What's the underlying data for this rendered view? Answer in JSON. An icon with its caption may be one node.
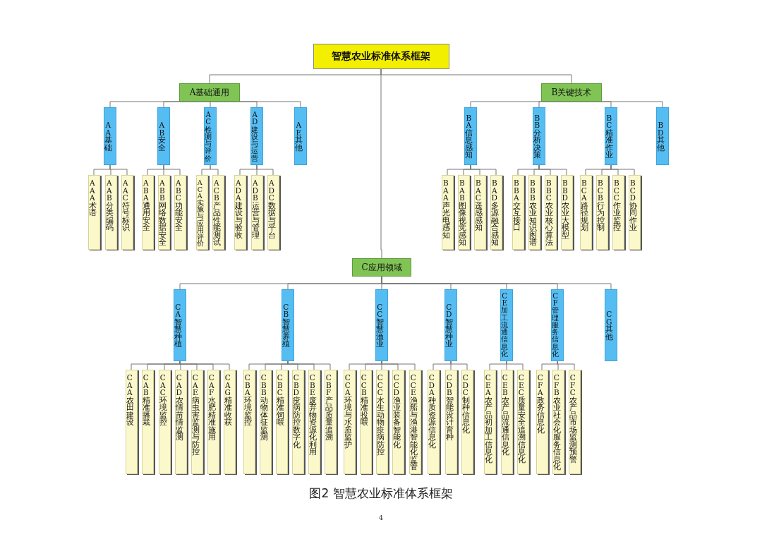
{
  "diagram": {
    "caption": "图2 智慧农业标准体系框架",
    "nodes": [
      {
        "text": [
          "智慧农业标准体系框架"
        ]
      },
      {
        "text": [
          "A基础通用"
        ]
      },
      {
        "text": [
          "B关键技术"
        ]
      },
      {
        "text": [
          "AA基础"
        ]
      },
      {
        "text": [
          "AB安全"
        ]
      },
      {
        "text": [
          "AC检测与评价"
        ]
      },
      {
        "text": [
          "AD建设与运营"
        ]
      },
      {
        "text": [
          "AE其他"
        ]
      },
      {
        "text": [
          "BA信息感知"
        ]
      },
      {
        "text": [
          "BB分析决策"
        ]
      },
      {
        "text": [
          "BC精准作业"
        ]
      },
      {
        "text": [
          "BD其他"
        ]
      },
      {
        "text": [
          "AAA术语"
        ]
      },
      {
        "text": [
          "AAB分类编码"
        ]
      },
      {
        "text": [
          "AAC符号标识"
        ]
      },
      {
        "text": [
          "ABA通用安全"
        ]
      },
      {
        "text": [
          "ABB网络数据安全"
        ]
      },
      {
        "text": [
          "ABC功能安全"
        ]
      },
      {
        "text": [
          "ACA实施与应用评价"
        ]
      },
      {
        "text": [
          "ACB产品性能测试"
        ]
      },
      {
        "text": [
          "ADA建设与验收"
        ]
      },
      {
        "text": [
          "ADB运营与管理"
        ]
      },
      {
        "text": [
          "ADC数据与平台"
        ]
      },
      {
        "text": [
          "BAA声光电感知"
        ]
      },
      {
        "text": [
          "BAB图像视觉感知"
        ]
      },
      {
        "text": [
          "BAC遥感感知"
        ]
      },
      {
        "text": [
          "BAD多源融合感知"
        ]
      },
      {
        "text": [
          "BBA交互接口"
        ]
      },
      {
        "text": [
          "BBB农业知识图谱"
        ]
      },
      {
        "text": [
          "BBC农业核心算法"
        ]
      },
      {
        "text": [
          "BBD农业大模型"
        ]
      },
      {
        "text": [
          "BCA路径规划"
        ]
      },
      {
        "text": [
          "BCB行为控制"
        ]
      },
      {
        "text": [
          "BCC作业监控"
        ]
      },
      {
        "text": [
          "BCD协同作业"
        ]
      },
      {
        "text": [
          "C应用领域"
        ]
      },
      {
        "text": [
          "CA智慧种植"
        ]
      },
      {
        "text": [
          "CB智慧养殖"
        ]
      },
      {
        "text": [
          "CC智慧渔业"
        ]
      },
      {
        "text": [
          "CD智慧种业"
        ]
      },
      {
        "text": [
          "CE加工流通信息化"
        ]
      },
      {
        "text": [
          "CF管理服务信息化"
        ]
      },
      {
        "text": [
          "CG其他"
        ]
      },
      {
        "text": [
          "CAA农田建设"
        ]
      },
      {
        "text": [
          "CAB精准播栽"
        ]
      },
      {
        "text": [
          "CAC环境监控"
        ]
      },
      {
        "text": [
          "CAD农情苗情监测"
        ]
      },
      {
        "text": [
          "CAE病虫害监测与防控"
        ]
      },
      {
        "text": [
          "CAF水肥精准施用"
        ]
      },
      {
        "text": [
          "CAG精准收获"
        ]
      },
      {
        "text": [
          "CBA环境监控"
        ]
      },
      {
        "text": [
          "CBB动物体征监测"
        ]
      },
      {
        "text": [
          "CBC精准饲喂"
        ]
      },
      {
        "text": [
          "CBD疫病防控数字化"
        ]
      },
      {
        "text": [
          "CBE废弃物资源化利用"
        ]
      },
      {
        "text": [
          "CBF产品质量追溯"
        ]
      },
      {
        "text": [
          "CCA环境与水质监护"
        ]
      },
      {
        "text": [
          "CCB精准投喂"
        ]
      },
      {
        "text": [
          "CCC水生动物疫病防控"
        ]
      },
      {
        "text": [
          "CCD渔业装备智能化"
        ]
      },
      {
        "text": [
          "CCE渔船与渔港智能化监管"
        ]
      },
      {
        "text": [
          "CDA种质资源信息化"
        ]
      },
      {
        "text": [
          "CDB智能设计育种"
        ]
      },
      {
        "text": [
          "CDC制种信息化"
        ]
      },
      {
        "text": [
          "CEA农产品初加工信息化"
        ]
      },
      {
        "text": [
          "CEB农产品流通信息化"
        ]
      },
      {
        "text": [
          "CEC质量安全追溯信息化"
        ]
      },
      {
        "text": [
          "CFA政务信息化"
        ]
      },
      {
        "text": [
          "CFB农业社会化服务信息化"
        ]
      },
      {
        "text": [
          "CFC农产品市场监测预警"
        ]
      }
    ],
    "edges": [
      {
        "from": 0,
        "to": 1,
        "arrow": "none"
      },
      {
        "from": 0,
        "to": 2,
        "arrow": "none"
      },
      {
        "from": 0,
        "to": 35,
        "arrow": "none"
      },
      {
        "from": 1,
        "to": 3,
        "arrow": "none"
      },
      {
        "from": 1,
        "to": 4,
        "arrow": "none"
      },
      {
        "from": 1,
        "to": 5,
        "arrow": "none"
      },
      {
        "from": 1,
        "to": 6,
        "arrow": "none"
      },
      {
        "from": 1,
        "to": 7,
        "arrow": "none"
      },
      {
        "from": 2,
        "to": 8,
        "arrow": "none"
      },
      {
        "from": 2,
        "to": 9,
        "arrow": "none"
      },
      {
        "from": 2,
        "to": 10,
        "arrow": "none"
      },
      {
        "from": 2,
        "to": 11,
        "arrow": "none"
      },
      {
        "from": 3,
        "to": 12,
        "arrow": "none"
      },
      {
        "from": 3,
        "to": 13,
        "arrow": "none"
      },
      {
        "from": 3,
        "to": 14,
        "arrow": "none"
      },
      {
        "from": 4,
        "to": 15,
        "arrow": "none"
      },
      {
        "from": 4,
        "to": 16,
        "arrow": "none"
      },
      {
        "from": 4,
        "to": 17,
        "arrow": "none"
      },
      {
        "from": 5,
        "to": 18,
        "arrow": "none"
      },
      {
        "from": 5,
        "to": 19,
        "arrow": "none"
      },
      {
        "from": 6,
        "to": 20,
        "arrow": "none"
      },
      {
        "from": 6,
        "to": 21,
        "arrow": "none"
      },
      {
        "from": 6,
        "to": 22,
        "arrow": "none"
      },
      {
        "from": 8,
        "to": 23,
        "arrow": "none"
      },
      {
        "from": 8,
        "to": 24,
        "arrow": "none"
      },
      {
        "from": 8,
        "to": 25,
        "arrow": "none"
      },
      {
        "from": 8,
        "to": 26,
        "arrow": "none"
      },
      {
        "from": 9,
        "to": 27,
        "arrow": "none"
      },
      {
        "from": 9,
        "to": 28,
        "arrow": "none"
      },
      {
        "from": 9,
        "to": 29,
        "arrow": "none"
      },
      {
        "from": 9,
        "to": 30,
        "arrow": "none"
      },
      {
        "from": 10,
        "to": 31,
        "arrow": "none"
      },
      {
        "from": 10,
        "to": 32,
        "arrow": "none"
      },
      {
        "from": 10,
        "to": 33,
        "arrow": "none"
      },
      {
        "from": 10,
        "to": 34,
        "arrow": "none"
      },
      {
        "from": 35,
        "to": 36,
        "arrow": "none"
      },
      {
        "from": 35,
        "to": 37,
        "arrow": "none"
      },
      {
        "from": 35,
        "to": 38,
        "arrow": "none"
      },
      {
        "from": 35,
        "to": 39,
        "arrow": "none"
      },
      {
        "from": 35,
        "to": 40,
        "arrow": "none"
      },
      {
        "from": 35,
        "to": 41,
        "arrow": "none"
      },
      {
        "from": 35,
        "to": 42,
        "arrow": "none"
      },
      {
        "from": 36,
        "to": 43,
        "arrow": "none"
      },
      {
        "from": 36,
        "to": 44,
        "arrow": "none"
      },
      {
        "from": 36,
        "to": 45,
        "arrow": "none"
      },
      {
        "from": 36,
        "to": 46,
        "arrow": "none"
      },
      {
        "from": 36,
        "to": 47,
        "arrow": "none"
      },
      {
        "from": 36,
        "to": 48,
        "arrow": "none"
      },
      {
        "from": 36,
        "to": 49,
        "arrow": "none"
      },
      {
        "from": 37,
        "to": 50,
        "arrow": "none"
      },
      {
        "from": 37,
        "to": 51,
        "arrow": "none"
      },
      {
        "from": 37,
        "to": 52,
        "arrow": "none"
      },
      {
        "from": 37,
        "to": 53,
        "arrow": "none"
      },
      {
        "from": 37,
        "to": 54,
        "arrow": "none"
      },
      {
        "from": 37,
        "to": 55,
        "arrow": "none"
      },
      {
        "from": 38,
        "to": 56,
        "arrow": "none"
      },
      {
        "from": 38,
        "to": 57,
        "arrow": "none"
      },
      {
        "from": 38,
        "to": 58,
        "arrow": "none"
      },
      {
        "from": 38,
        "to": 59,
        "arrow": "none"
      },
      {
        "from": 38,
        "to": 60,
        "arrow": "none"
      },
      {
        "from": 39,
        "to": 61,
        "arrow": "none"
      },
      {
        "from": 39,
        "to": 62,
        "arrow": "none"
      },
      {
        "from": 39,
        "to": 63,
        "arrow": "none"
      },
      {
        "from": 40,
        "to": 64,
        "arrow": "none"
      },
      {
        "from": 40,
        "to": 65,
        "arrow": "none"
      },
      {
        "from": 40,
        "to": 66,
        "arrow": "none"
      },
      {
        "from": 41,
        "to": 67,
        "arrow": "none"
      },
      {
        "from": 41,
        "to": 68,
        "arrow": "none"
      },
      {
        "from": 41,
        "to": 69,
        "arrow": "none"
      }
    ],
    "labels": [
      "4"
    ]
  }
}
